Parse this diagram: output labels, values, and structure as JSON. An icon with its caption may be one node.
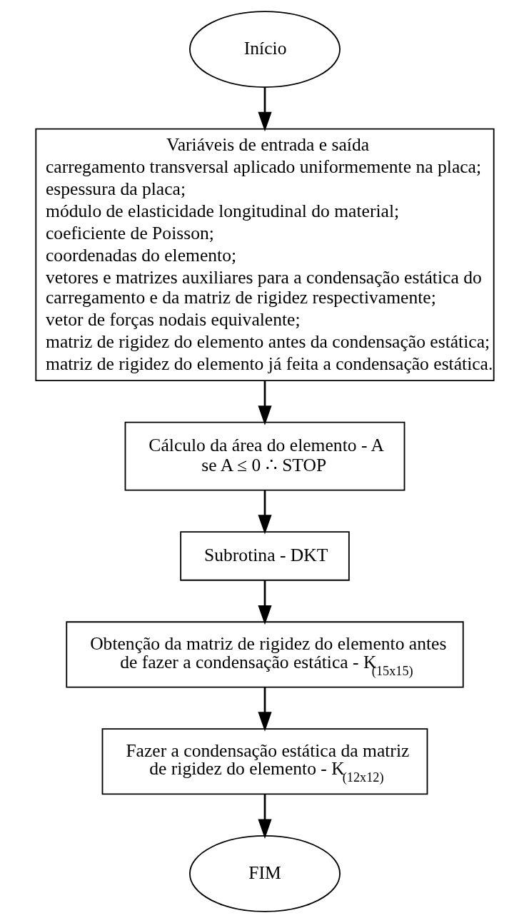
{
  "diagram": {
    "nodes": [
      {
        "text": [
          "Início"
        ]
      },
      {
        "text": [
          "Variáveis de entrada e saída",
          "carregamento transversal aplicado uniformemente na placa;",
          "espessura da placa;",
          "módulo de elasticidade longitudinal do material;",
          "coeficiente de Poisson;",
          "coordenadas do elemento;",
          "vetores e matrizes auxiliares para a condensação estática do carregamento e da matriz de rigidez respectivamente;",
          "vetor de forças nodais equivalente;",
          "matriz de rigidez do elemento antes da condensação estática;",
          "matriz de rigidez do elemento já feita a condensação estática."
        ]
      },
      {
        "text": [
          "Cálculo da área do elemento - A",
          "se A ≤ 0 ∴ STOP"
        ]
      },
      {
        "text": [
          "Subrotina - DKT"
        ]
      },
      {
        "text": [
          "Obtenção da matriz de rigidez do elemento antes de fazer a condensação estática - K$_{(15x15)}$"
        ]
      },
      {
        "text": [
          "Fazer a condensação estática da matriz de rigidez do elemento - K$_{(12x12)}$"
        ]
      },
      {
        "text": [
          "FIM"
        ]
      }
    ],
    "edges": [
      {
        "from": 0,
        "to": 1,
        "arrow": "to"
      },
      {
        "from": 1,
        "to": 2,
        "arrow": "to"
      },
      {
        "from": 2,
        "to": 3,
        "arrow": "to"
      },
      {
        "from": 3,
        "to": 4,
        "arrow": "to"
      },
      {
        "from": 4,
        "to": 5,
        "arrow": "to"
      },
      {
        "from": 5,
        "to": 6,
        "arrow": "to"
      }
    ]
  }
}
